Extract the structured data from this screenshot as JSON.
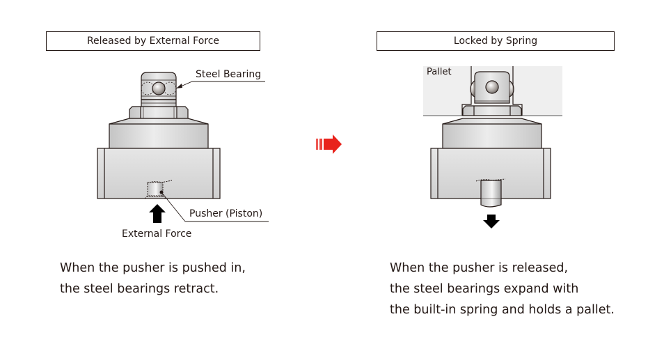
{
  "left_panel": {
    "title": "Released by External Force",
    "labels": {
      "steel_bearing": "Steel Bearing",
      "pusher": "Pusher (Piston)",
      "external_force": "External Force"
    },
    "description": [
      "When the pusher is pushed in,",
      "the steel bearings retract."
    ]
  },
  "right_panel": {
    "title": "Locked by Spring",
    "labels": {
      "pallet": "Pallet"
    },
    "description": [
      "When the pusher is released,",
      "the steel bearings expand with",
      "the built-in spring and holds a pallet."
    ]
  },
  "transition_arrow": {
    "icon": "right-arrow-icon",
    "color": "#e8231c"
  },
  "colors": {
    "outline": "#231815",
    "body_fill": "#d8d8d8",
    "pallet_fill": "#efefef"
  }
}
